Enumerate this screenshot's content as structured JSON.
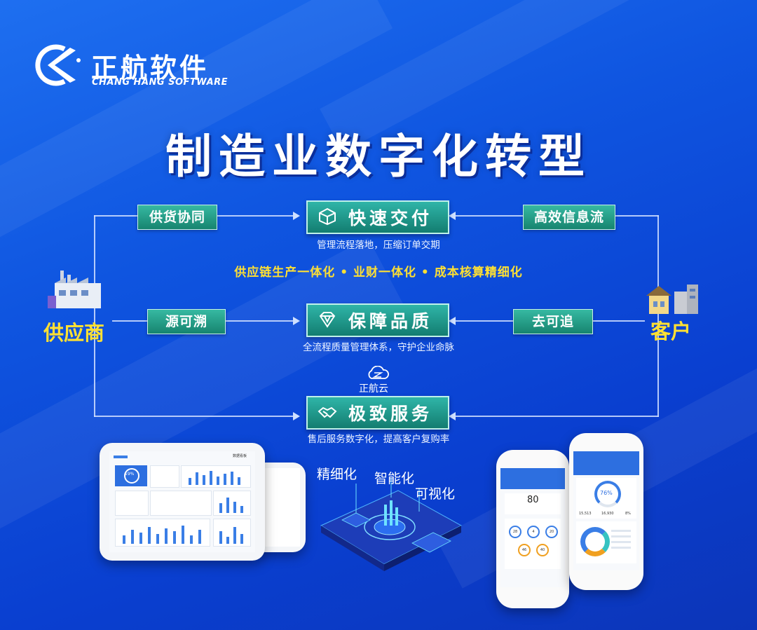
{
  "brand": {
    "name_cn": "正航软件",
    "name_en": "CHANG HANG SOFTWARE"
  },
  "title": "制造业数字化转型",
  "nodes": {
    "supplier": "供应商",
    "customer": "客户"
  },
  "tags": {
    "supply_collab": "供货协同",
    "info_flow": "高效信息流",
    "traceable_source": "源可溯",
    "traceable_dest": "去可追"
  },
  "pillars": [
    {
      "label": "快速交付",
      "icon": "cube-icon",
      "desc": "管理流程落地，压缩订单交期"
    },
    {
      "label": "保障品质",
      "icon": "diamond-icon",
      "desc": "全流程质量管理体系，守护企业命脉"
    },
    {
      "label": "极致服务",
      "icon": "handshake-icon",
      "desc": "售后服务数字化，提高客户复购率"
    }
  ],
  "integration_line": "供应链生产一体化 • 业财一体化 • 成本核算精细化",
  "cloud_label": "正航云",
  "keywords": [
    "精细化",
    "智能化",
    "可视化"
  ],
  "colors": {
    "background": "#0f55e0",
    "tag_green": "#1f9a85",
    "highlight_yellow": "#ffe033"
  },
  "tablet_screen": {
    "kpi": "19%",
    "top_right": "数据看板"
  },
  "phone_left": {
    "kpi": "80",
    "rings": [
      "28",
      "4",
      "20",
      "46",
      "40"
    ]
  },
  "phone_right": {
    "gauge": "76%",
    "stat_a": "15,513",
    "stat_b": "16,930",
    "stat_c": "8%"
  }
}
